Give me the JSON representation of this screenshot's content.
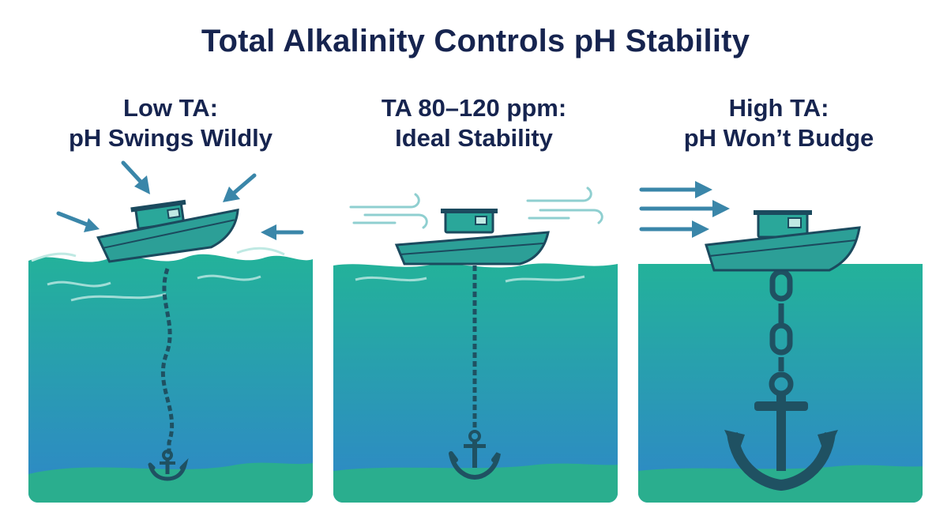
{
  "title": "Total Alkalinity Controls pH Stability",
  "panels": [
    {
      "line1": "Low TA:",
      "line2": "pH Swings Wildly"
    },
    {
      "line1": "TA 80–120 ppm:",
      "line2": "Ideal Stability"
    },
    {
      "line1": "High TA:",
      "line2": "pH Won’t Budge"
    }
  ],
  "colors": {
    "title": "#16244f",
    "water_top": "#23b29a",
    "water_bottom": "#2f86c9",
    "seabed": "#2aae8e",
    "boat_hull": "#2c9f97",
    "boat_outline": "#1b4a5e",
    "chain": "#1f5162",
    "arrow": "#3a86a9"
  },
  "icons": [
    "boat-icon",
    "anchor-icon",
    "chain-icon",
    "arrow-icon",
    "wind-icon"
  ]
}
